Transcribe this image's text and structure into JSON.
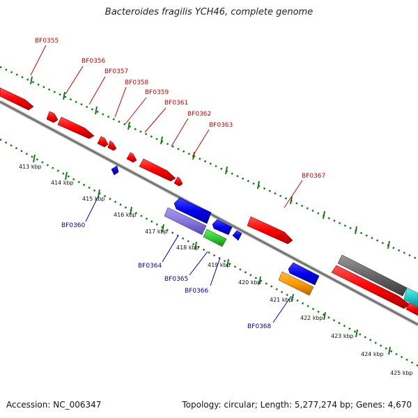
{
  "title": "Bacteroides fragilis YCH46, complete genome",
  "footer": {
    "accession": "Accession: NC_006347",
    "topology": "Topology: circular; Length: 5,277,274 bp; Genes: 4,670"
  },
  "colors": {
    "forward_label": "#cc0000",
    "reverse_label": "#0000aa",
    "tick": "#1a7a1a",
    "backbone": "#777777"
  },
  "kbp_labels": [
    "413 kbp",
    "414 kbp",
    "415 kbp",
    "416 kbp",
    "417 kbp",
    "418 kbp",
    "419 kbp",
    "420 kbp",
    "421 kbp",
    "422 kbp",
    "423 kbp",
    "424 kbp",
    "425 kbp"
  ],
  "forward_gene_labels": [
    "BF0355",
    "BF0356",
    "BF0357",
    "BF0358",
    "BF0359",
    "BF0361",
    "BF0362",
    "BF0363",
    "BF0367"
  ],
  "reverse_gene_labels": [
    "BF0360",
    "BF0364",
    "BF0365",
    "BF0366",
    "BF0368"
  ],
  "feature_colors": {
    "forward_cds": "#ff0000",
    "reverse_cds": "#0000ee",
    "violet": "#8877dd",
    "green": "#33cc33",
    "orange": "#ff9900",
    "gray": "#666666",
    "cyan": "#22cccc"
  }
}
